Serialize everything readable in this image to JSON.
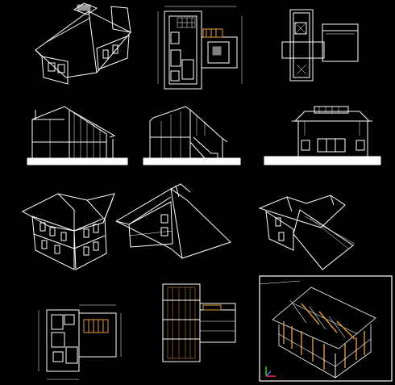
{
  "drawing_sheet": {
    "background": "#000000",
    "line_color": "#ffffff",
    "accent_colors": {
      "timber": "#e39a3a",
      "axis_x": "#ff3333",
      "axis_y": "#33dd33",
      "axis_z": "#3377ff"
    },
    "views": [
      {
        "id": "iso-front-roof",
        "kind": "isometric"
      },
      {
        "id": "floor-plan-upper",
        "kind": "plan"
      },
      {
        "id": "roof-plan",
        "kind": "plan"
      },
      {
        "id": "elevation-left",
        "kind": "elevation"
      },
      {
        "id": "elevation-left-stair",
        "kind": "elevation"
      },
      {
        "id": "elevation-front",
        "kind": "elevation"
      },
      {
        "id": "iso-two-storey",
        "kind": "isometric"
      },
      {
        "id": "iso-gable",
        "kind": "isometric"
      },
      {
        "id": "iso-rear-roof",
        "kind": "isometric"
      },
      {
        "id": "floor-plan-lower",
        "kind": "plan"
      },
      {
        "id": "framing-plan",
        "kind": "plan"
      },
      {
        "id": "framing-iso-viewport",
        "kind": "isometric"
      }
    ]
  }
}
